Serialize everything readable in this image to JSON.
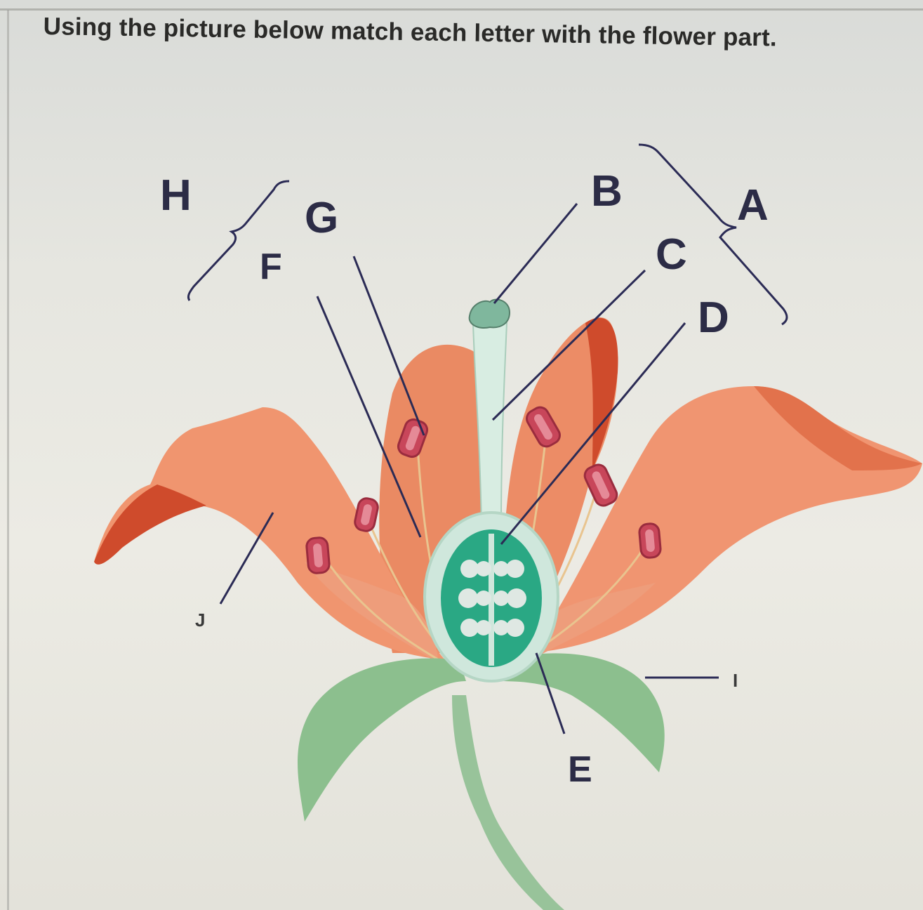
{
  "question": {
    "text": "Using the picture below match each letter with the flower part."
  },
  "diagram": {
    "labels": {
      "A": "A",
      "B": "B",
      "C": "C",
      "D": "D",
      "E": "E",
      "F": "F",
      "G": "G",
      "H": "H",
      "I": "I",
      "J": "J"
    },
    "colors": {
      "petal": "#f0956f",
      "petal_dark": "#d95a36",
      "sepal": "#8cbf8e",
      "ovary_wall": "#cfe7dc",
      "ovary_inner": "#2aa884",
      "ovule": "#dfe8e3",
      "anther": "#c8465a",
      "leader_line": "#2b2b55"
    }
  }
}
